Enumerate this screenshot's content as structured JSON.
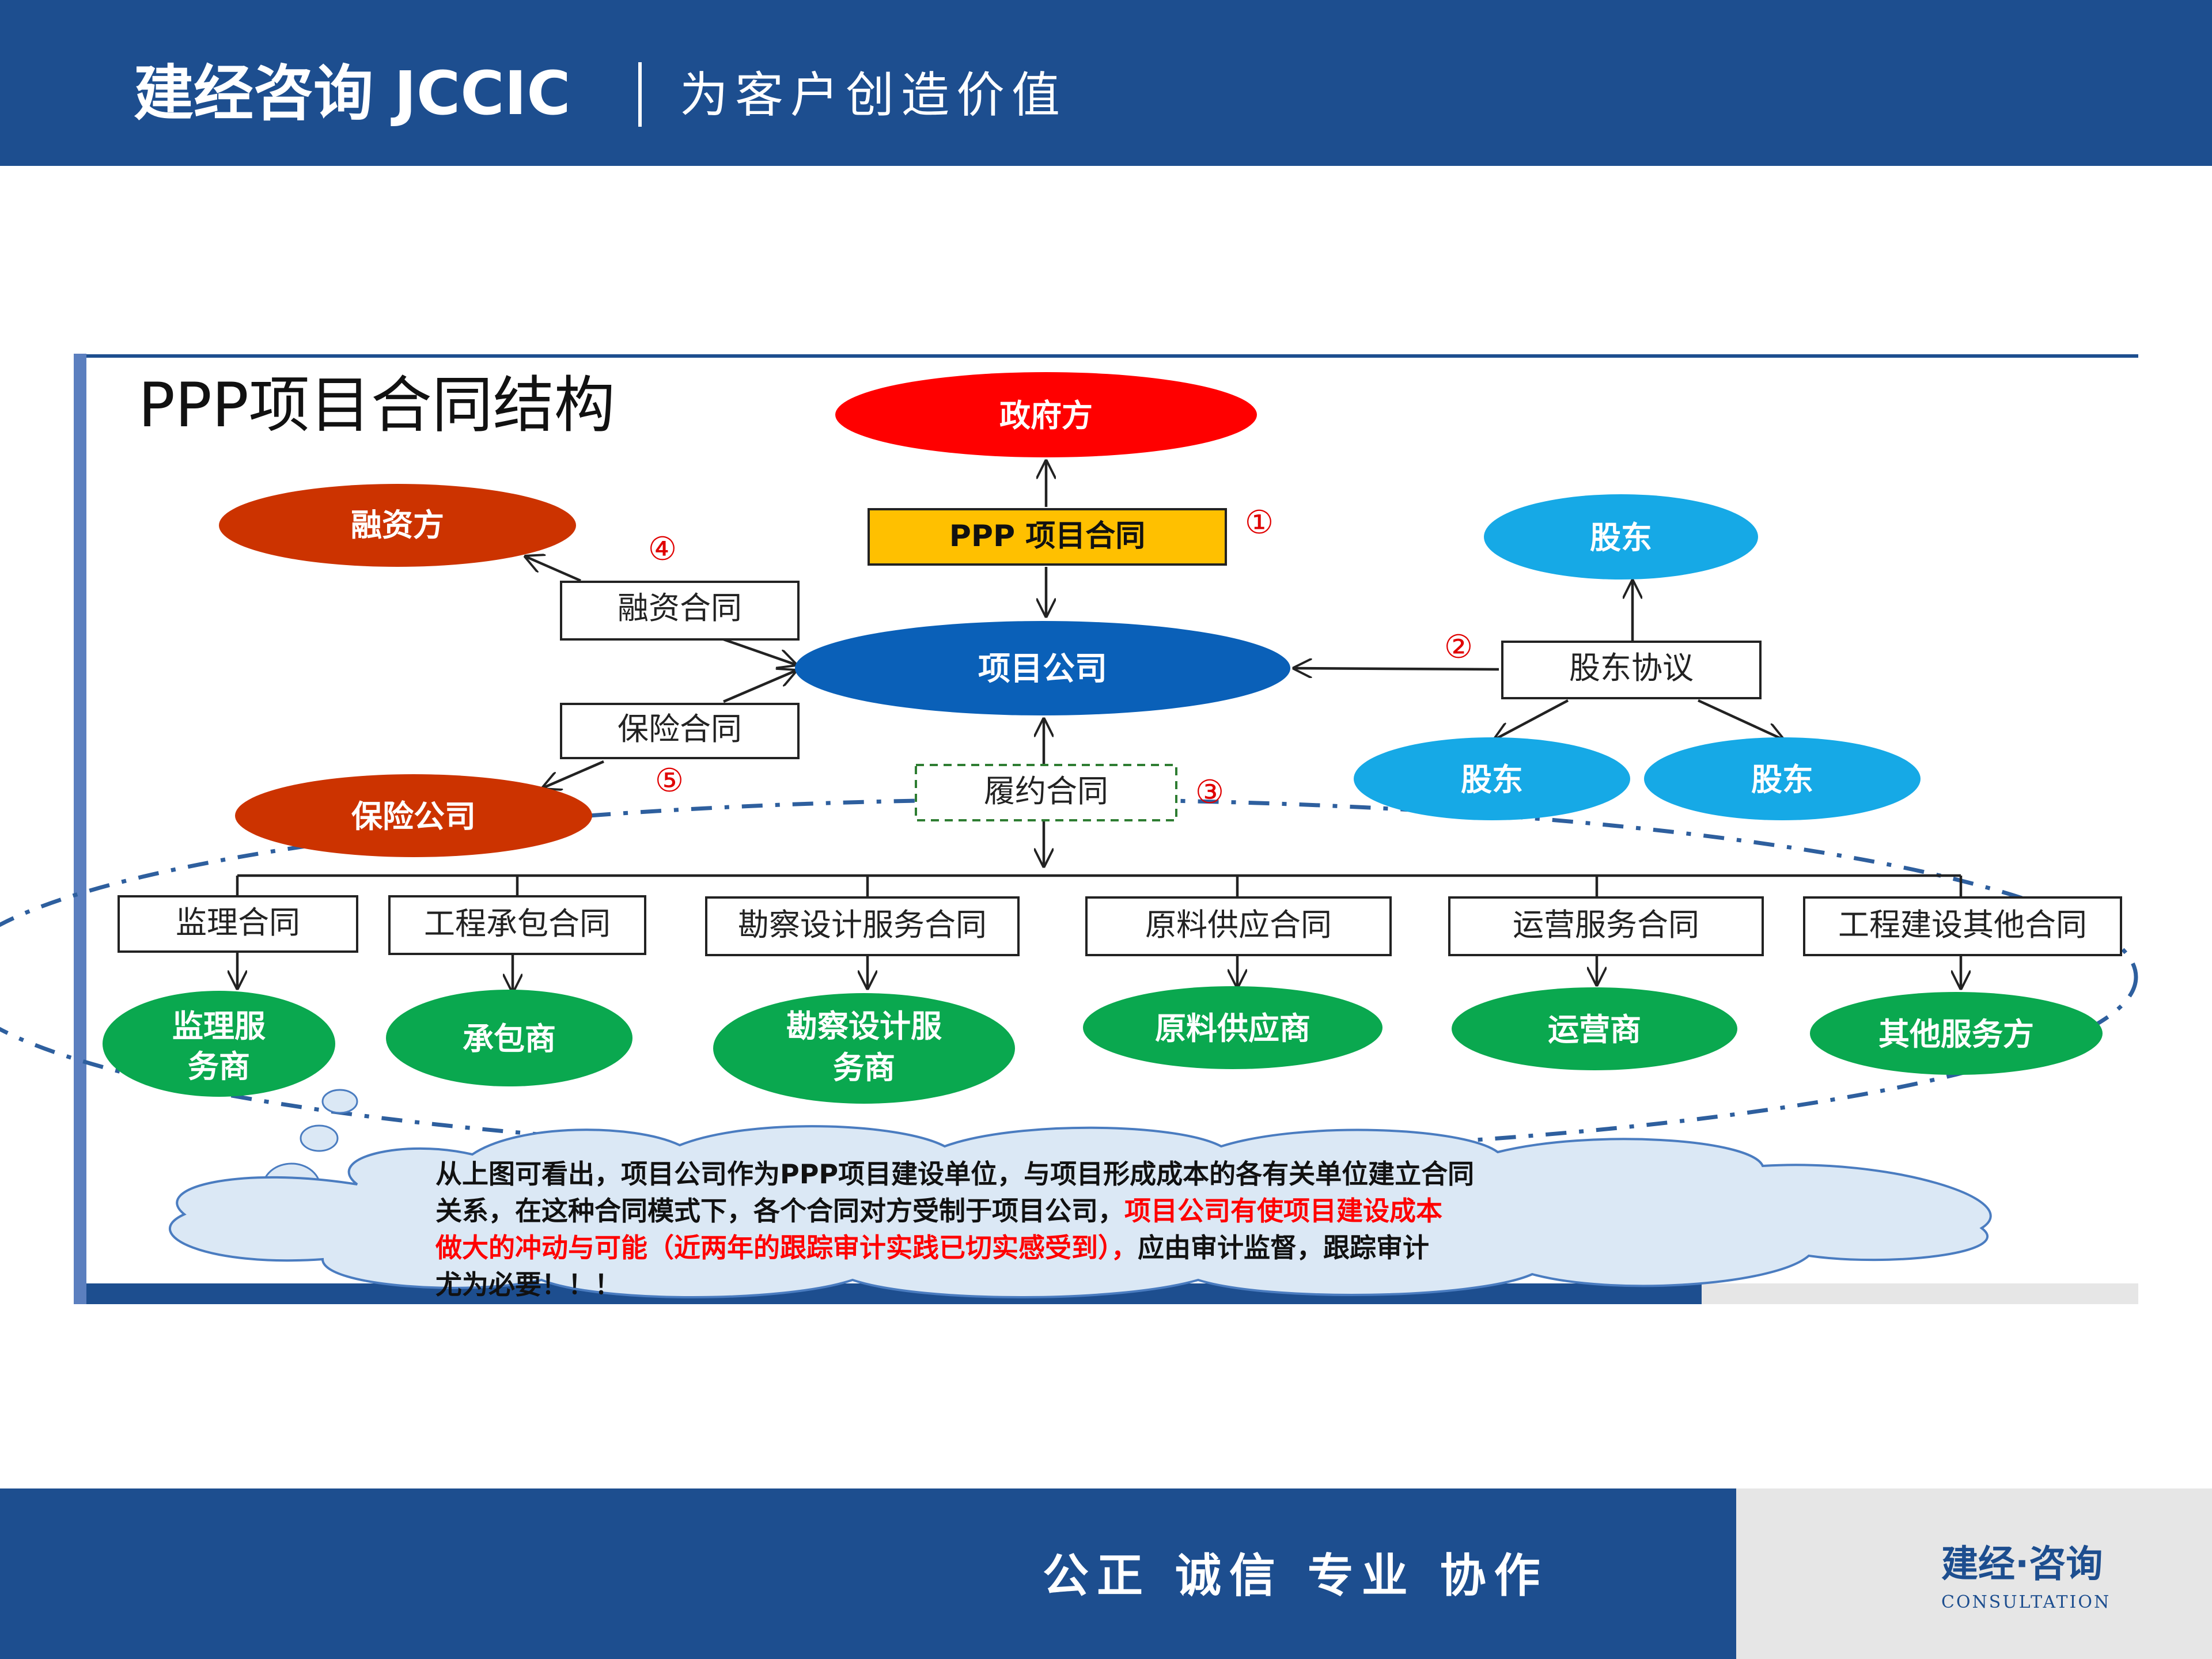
{
  "header": {
    "brand": "建经咨询 JCCIC",
    "slogan": "为客户创造价值"
  },
  "slide": {
    "title": "PPP项目合同结构"
  },
  "diagram": {
    "government": "政府方",
    "ppp_contract": "PPP 项目合同",
    "project_company": "项目公司",
    "financier": "融资方",
    "financing_contract": "融资合同",
    "insurance_contract": "保险合同",
    "insurance_company": "保险公司",
    "performance_contract": "履约合同",
    "shareholder_top": "股东",
    "shareholder_agreement": "股东协议",
    "shareholder_left": "股东",
    "shareholder_right": "股东",
    "markers": {
      "m1": "①",
      "m2": "②",
      "m3": "③",
      "m4": "④",
      "m5": "⑤"
    },
    "contracts": [
      "监理合同",
      "工程承包合同",
      "勘察设计服务合同",
      "原料供应合同",
      "运营服务合同",
      "工程建设其他合同"
    ],
    "parties": [
      [
        "监理服",
        "务商"
      ],
      [
        "承包商"
      ],
      [
        "勘察设计服",
        "务商"
      ],
      [
        "原料供应商"
      ],
      [
        "运营商"
      ],
      [
        "其他服务方"
      ]
    ]
  },
  "note": {
    "line1": "从上图可看出，项目公司作为PPP项目建设单位，与项目形成成本的各有关单位建立合同",
    "line2_black": "关系，在这种合同模式下，各个合同对方受制于项目公司，",
    "line2_red": "项目公司有使项目建设成本",
    "line3_red": "做大的冲动与可能（近两年的跟踪审计实践已切实感受到），",
    "line3_black": "应由审计监督，跟踪审计",
    "line4": "尤为必要！！！"
  },
  "footer": {
    "motto": "公正  诚信  专业  协作",
    "logo_name": "建经·咨询",
    "logo_sub": "CONSULTATION"
  },
  "colors": {
    "brand_blue": "#1d4e8f",
    "government_red": "#ff0000",
    "financier_red": "#cc3300",
    "ppp_contract_yellow": "#ffc000",
    "company_blue": "#0a60b8",
    "shareholder_cyan": "#16a9e6",
    "party_green": "#0aa84f",
    "note_red": "#ff0000"
  }
}
